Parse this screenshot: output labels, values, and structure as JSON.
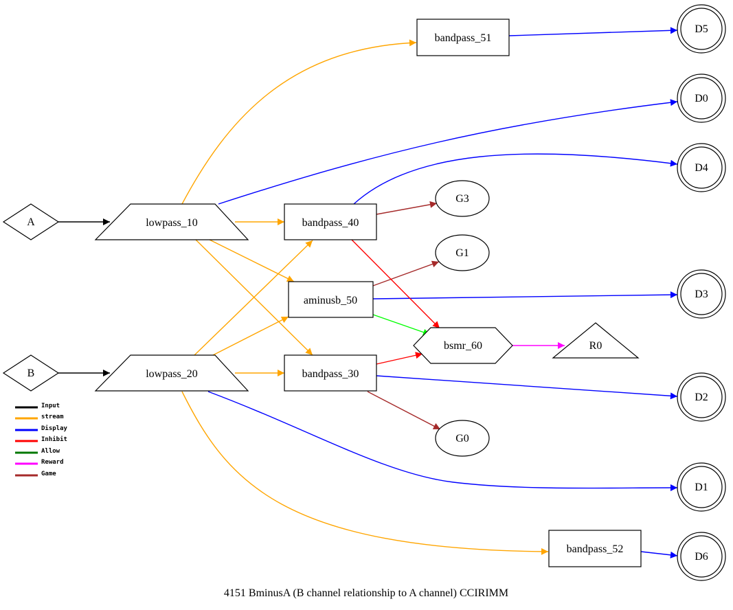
{
  "caption": "4151 BminusA   (B channel relationship to A channel) CCIRIMM",
  "colors": {
    "input": "#000000",
    "stream": "#ffa500",
    "display": "#0000ff",
    "inhibit": "#ff0000",
    "allow": "#00ff00",
    "allow_legend": "#007700",
    "reward": "#ff00ff",
    "game": "#a52a2a"
  },
  "nodes": {
    "A": "A",
    "B": "B",
    "lowpass_10": "lowpass_10",
    "lowpass_20": "lowpass_20",
    "bandpass_40": "bandpass_40",
    "bandpass_30": "bandpass_30",
    "aminusb_50": "aminusb_50",
    "bandpass_51": "bandpass_51",
    "bandpass_52": "bandpass_52",
    "bsmr_60": "bsmr_60",
    "G0": "G0",
    "G1": "G1",
    "G3": "G3",
    "R0": "R0",
    "D0": "D0",
    "D1": "D1",
    "D2": "D2",
    "D3": "D3",
    "D4": "D4",
    "D5": "D5",
    "D6": "D6"
  },
  "legend": [
    {
      "label": "Input",
      "color": "#000000"
    },
    {
      "label": "stream",
      "color": "#ffa500"
    },
    {
      "label": "Display",
      "color": "#0000ff"
    },
    {
      "label": "Inhibit",
      "color": "#ff0000"
    },
    {
      "label": "Allow",
      "color": "#007700"
    },
    {
      "label": "Reward",
      "color": "#ff00ff"
    },
    {
      "label": "Game",
      "color": "#a52a2a"
    }
  ],
  "edges": [
    {
      "from": "A",
      "to": "lowpass_10",
      "type": "input"
    },
    {
      "from": "B",
      "to": "lowpass_20",
      "type": "input"
    },
    {
      "from": "lowpass_10",
      "to": "bandpass_51",
      "type": "stream"
    },
    {
      "from": "lowpass_10",
      "to": "bandpass_40",
      "type": "stream"
    },
    {
      "from": "lowpass_10",
      "to": "aminusb_50",
      "type": "stream"
    },
    {
      "from": "lowpass_10",
      "to": "bandpass_30",
      "type": "stream"
    },
    {
      "from": "lowpass_20",
      "to": "bandpass_40",
      "type": "stream"
    },
    {
      "from": "lowpass_20",
      "to": "aminusb_50",
      "type": "stream"
    },
    {
      "from": "lowpass_20",
      "to": "bandpass_30",
      "type": "stream"
    },
    {
      "from": "lowpass_20",
      "to": "bandpass_52",
      "type": "stream"
    },
    {
      "from": "bandpass_51",
      "to": "D5",
      "type": "display"
    },
    {
      "from": "lowpass_10",
      "to": "D0",
      "type": "display"
    },
    {
      "from": "bandpass_40",
      "to": "D4",
      "type": "display"
    },
    {
      "from": "aminusb_50",
      "to": "D3",
      "type": "display"
    },
    {
      "from": "bandpass_30",
      "to": "D2",
      "type": "display"
    },
    {
      "from": "lowpass_20",
      "to": "D1",
      "type": "display"
    },
    {
      "from": "bandpass_52",
      "to": "D6",
      "type": "display"
    },
    {
      "from": "bandpass_40",
      "to": "G3",
      "type": "game"
    },
    {
      "from": "aminusb_50",
      "to": "G1",
      "type": "game"
    },
    {
      "from": "bandpass_30",
      "to": "G0",
      "type": "game"
    },
    {
      "from": "bandpass_40",
      "to": "bsmr_60",
      "type": "inhibit"
    },
    {
      "from": "bandpass_30",
      "to": "bsmr_60",
      "type": "inhibit"
    },
    {
      "from": "aminusb_50",
      "to": "bsmr_60",
      "type": "allow"
    },
    {
      "from": "bsmr_60",
      "to": "R0",
      "type": "reward"
    }
  ]
}
